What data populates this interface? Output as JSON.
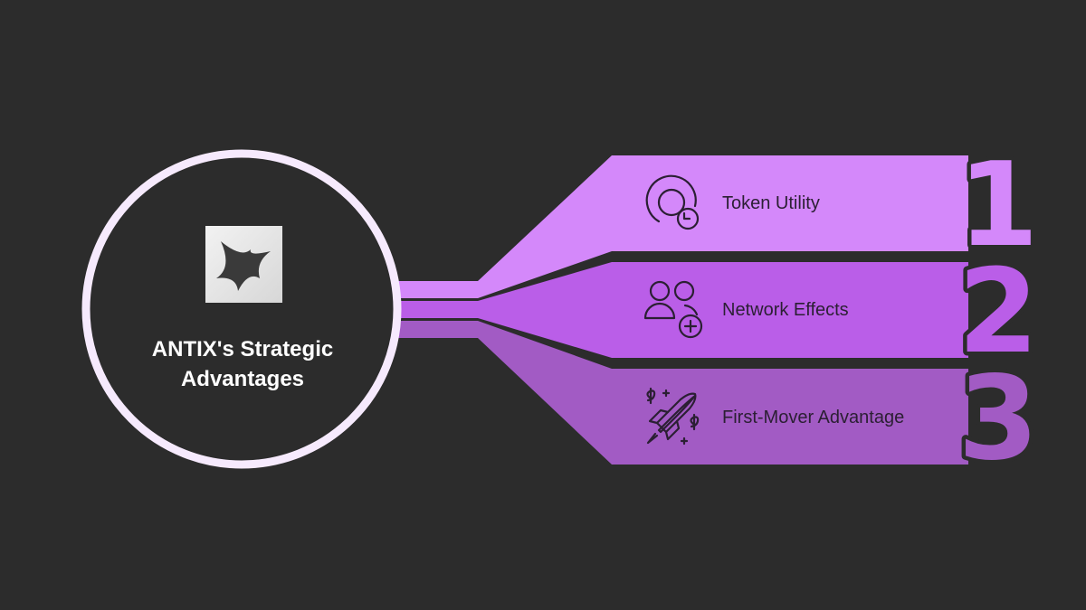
{
  "center": {
    "title_line1": "ANTIX's Strategic",
    "title_line2": "Advantages",
    "logo_icon": "sparkle-star-logo-icon"
  },
  "items": [
    {
      "number": "1",
      "label": "Token Utility",
      "icon": "refresh-cycle-icon",
      "color": "#d488fa"
    },
    {
      "number": "2",
      "label": "Network Effects",
      "icon": "users-add-icon",
      "color": "#ba5ee8"
    },
    {
      "number": "3",
      "label": "First-Mover Advantage",
      "icon": "rocket-launch-icon",
      "color": "#a25bc4"
    }
  ],
  "colors": {
    "background": "#2c2c2c",
    "circle_ring": "#f6eafd",
    "icon_stroke": "#2b1f33"
  }
}
